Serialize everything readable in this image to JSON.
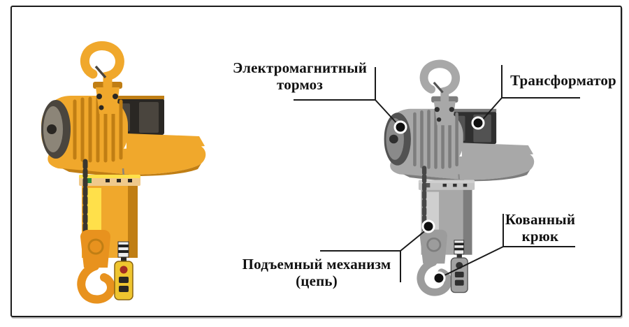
{
  "figure": {
    "description": "Electric chain hoist parts diagram",
    "callouts": {
      "electromagnetic_brake": {
        "line1": "Электромагнитный",
        "line2": "тормоз"
      },
      "transformer": {
        "label": "Трансформатор"
      },
      "lifting_mechanism": {
        "line1": "Подъемный механизм",
        "line2": "(цепь)"
      },
      "forged_hook": {
        "line1": "Кованный",
        "line2": "крюк"
      }
    },
    "colors": {
      "callout_line": "#1a1a1a",
      "frame_border": "#1c1c1c",
      "hoist_yellow": "#F0A82C",
      "hoist_bright_yellow": "#FFE04A",
      "hoist_orange": "#E8921E",
      "hoist_gray": "#A8A8A8",
      "pendant_yellow": "#EFC52F",
      "emergency_button_red": "#A32C22"
    }
  }
}
